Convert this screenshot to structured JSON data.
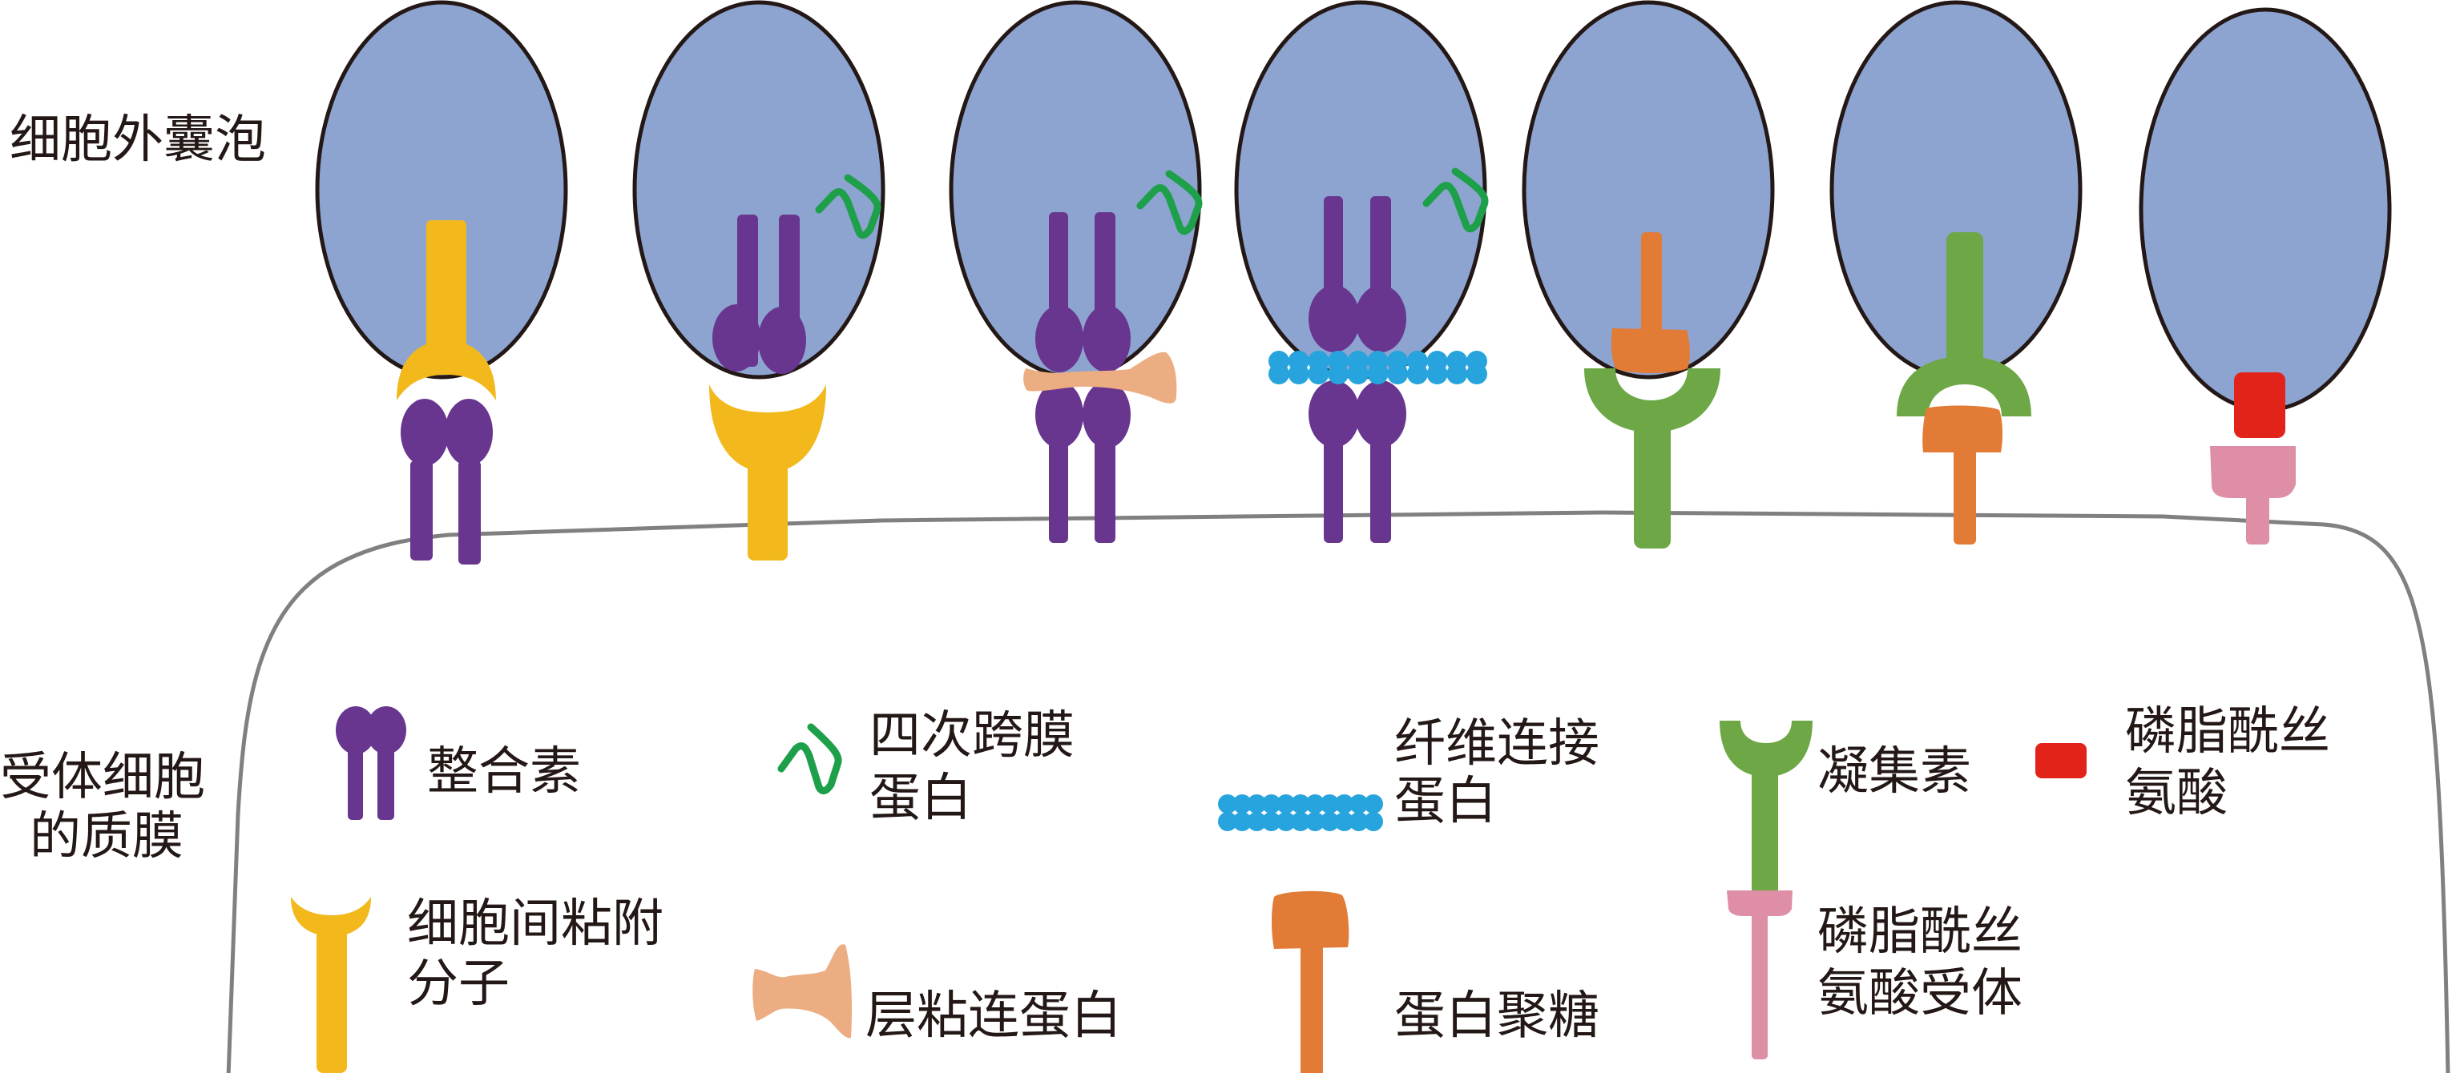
{
  "title": "细胞外囊泡与受体细胞质膜相互作用示意图",
  "colors": {
    "vesicle": "#8da4d1",
    "vesicle_outline": "#231815",
    "membrane": "#808080",
    "integrin": "#68358f",
    "icam": "#f2b81c",
    "tetraspanin": "#1ea04a",
    "laminin": "#ecad82",
    "fibronectin": "#27a3dd",
    "proteoglycan": "#e27b35",
    "lectin": "#6da746",
    "phosphatidylserine": "#e2231a",
    "ps_receptor": "#de8fa6",
    "text": "#231815"
  },
  "labels": {
    "extracellular_vesicle": "细胞外囊泡",
    "recipient_membrane_line1": "受体细胞",
    "recipient_membrane_line2": "的质膜"
  },
  "interactions": [
    {
      "vesicle_side": "细胞间粘附分子",
      "cell_side": "整合素"
    },
    {
      "vesicle_side": "整合素",
      "extra": "四次跨膜蛋白",
      "cell_side": "细胞间粘附分子"
    },
    {
      "vesicle_side": "整合素",
      "extra": "四次跨膜蛋白",
      "bridge": "层粘连蛋白",
      "cell_side": "整合素"
    },
    {
      "vesicle_side": "整合素",
      "extra": "四次跨膜蛋白",
      "bridge": "纤维连接蛋白",
      "cell_side": "整合素"
    },
    {
      "vesicle_side": "蛋白聚糖",
      "cell_side": "凝集素"
    },
    {
      "vesicle_side": "凝集素",
      "cell_side": "蛋白聚糖"
    },
    {
      "vesicle_side": "磷脂酰丝氨酸",
      "cell_side": "磷脂酰丝氨酸受体"
    }
  ],
  "legend": [
    {
      "key": "integrin",
      "icon": "integrin-icon",
      "lines": [
        "整合素"
      ]
    },
    {
      "key": "tetraspanin",
      "icon": "tetraspanin-icon",
      "lines": [
        "四次跨膜",
        "蛋白"
      ]
    },
    {
      "key": "fibronectin",
      "icon": "fibronectin-icon",
      "lines": [
        "纤维连接",
        "蛋白"
      ]
    },
    {
      "key": "lectin",
      "icon": "lectin-icon",
      "lines": [
        "凝集素"
      ]
    },
    {
      "key": "phosphatidylserine",
      "icon": "phosphatidylserine-icon",
      "lines": [
        "磷脂酰丝",
        "氨酸"
      ]
    },
    {
      "key": "icam",
      "icon": "icam-icon",
      "lines": [
        "细胞间粘附",
        "分子"
      ]
    },
    {
      "key": "laminin",
      "icon": "laminin-icon",
      "lines": [
        "层粘连蛋白"
      ]
    },
    {
      "key": "proteoglycan",
      "icon": "proteoglycan-icon",
      "lines": [
        "蛋白聚糖"
      ]
    },
    {
      "key": "ps_receptor",
      "icon": "ps-receptor-icon",
      "lines": [
        "磷脂酰丝",
        "氨酸受体"
      ]
    }
  ]
}
